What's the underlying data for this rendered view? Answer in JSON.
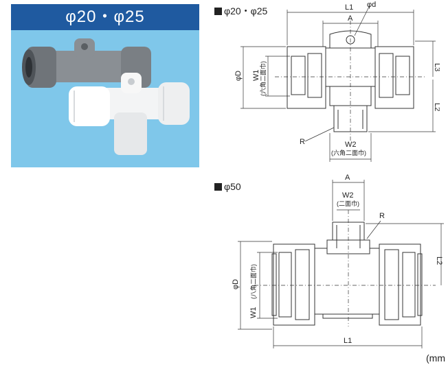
{
  "photo": {
    "title": "φ20・φ25"
  },
  "section1": {
    "title": "φ20・φ25",
    "labels": {
      "l1": "L1",
      "a": "A",
      "phi_top": "φd",
      "l3": "L3",
      "l2": "L2",
      "phi_d": "φD",
      "w1": "W1",
      "w1_note": "(六角二面巾)",
      "r": "R",
      "w2": "W2",
      "w2_note": "(六角二面巾)"
    }
  },
  "section2": {
    "title": "φ50",
    "labels": {
      "a": "A",
      "w2": "W2",
      "w2_note": "(二面巾)",
      "r": "R",
      "l2": "L2",
      "phi_d": "φD",
      "w1": "W1",
      "w1_note": "(八角二面巾)",
      "l1": "L1"
    }
  },
  "unit": "(mm"
}
